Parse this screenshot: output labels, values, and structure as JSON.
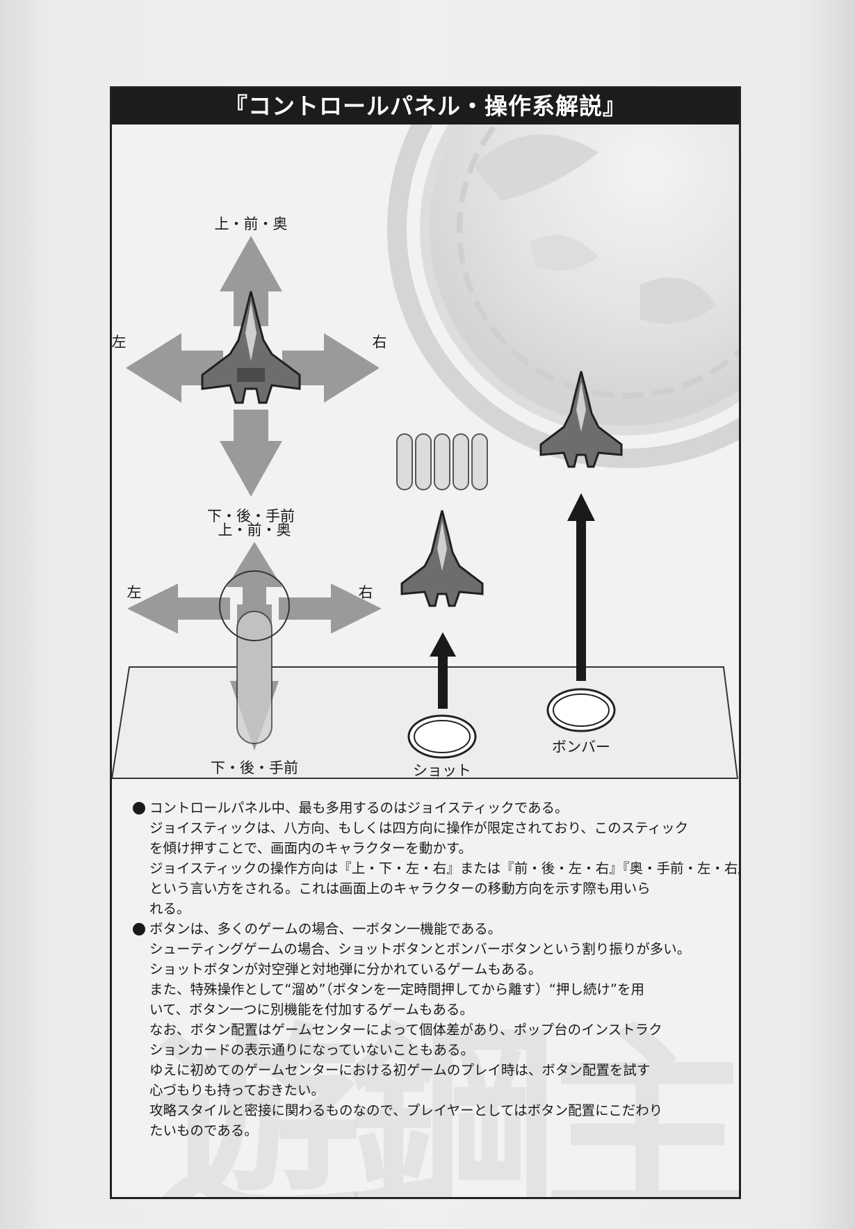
{
  "title": "『コントロールパネル・操作系解説』",
  "diagram": {
    "screen": {
      "up": "上・前・奥",
      "down": "下・後・手前",
      "left": "左",
      "right": "右"
    },
    "stick": {
      "up": "上・前・奥",
      "down": "下・後・手前",
      "left": "左",
      "right": "右"
    },
    "shot_label": "ショット",
    "bomber_label": "ボンバー"
  },
  "paragraphs": [
    {
      "bullet": true,
      "lines": [
        "コントロールパネル中、最も多用するのはジョイスティックである。",
        "ジョイスティックは、八方向、もしくは四方向に操作が限定されており、このスティック",
        "を傾け押すことで、画面内のキャラクターを動かす。",
        "ジョイスティックの操作方向は『上・下・左・右』または『前・後・左・右』『奥・手前・左・右』",
        "という言い方をされる。これは画面上のキャラクターの移動方向を示す際も用いら",
        "れる。"
      ]
    },
    {
      "bullet": true,
      "lines": [
        "ボタンは、多くのゲームの場合、一ボタン一機能である。",
        "シューティングゲームの場合、ショットボタンとボンバーボタンという割り振りが多い。",
        "ショットボタンが対空弾と対地弾に分かれているゲームもある。",
        "また、特殊操作として“溜め”（ボタンを一定時間押してから離す）“押し続け”を用",
        "いて、ボタン一つに別機能を付加するゲームもある。",
        "なお、ボタン配置はゲームセンターによって個体差があり、ポップ台のインストラク",
        "ションカードの表示通りになっていないこともある。",
        "ゆえに初めてのゲームセンターにおける初ゲームのプレイ時は、ボタン配置を試す",
        "心づもりも持っておきたい。",
        "攻略スタイルと密接に関わるものなので、プレイヤーとしてはボタン配置にこだわり",
        "たいものである。"
      ]
    }
  ]
}
